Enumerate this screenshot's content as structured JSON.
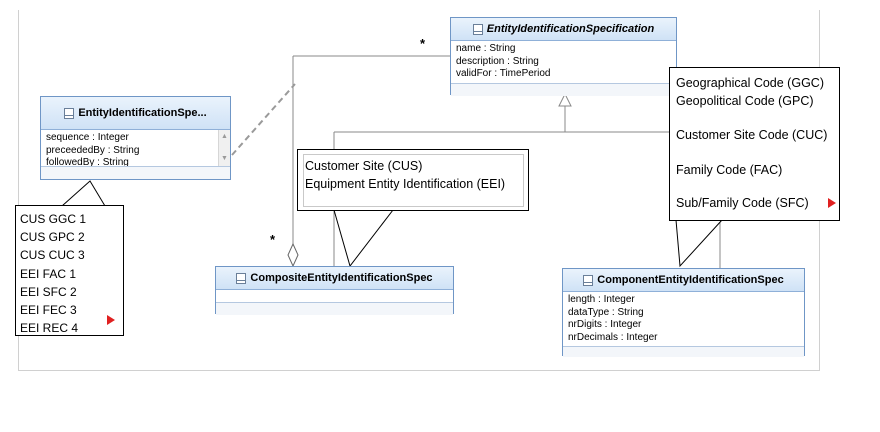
{
  "classes": {
    "entity_spec": {
      "title": "EntityIdentificationSpecification",
      "attributes": [
        "name : String",
        "description : String",
        "validFor : TimePeriod"
      ]
    },
    "entity_spec_assoc": {
      "title": "EntityIdentificationSpe...",
      "attributes": [
        "sequence : Integer",
        "preceededBy : String",
        "followedBy : String"
      ]
    },
    "composite": {
      "title": "CompositeEntityIdentificationSpec",
      "attributes": []
    },
    "component": {
      "title": "ComponentEntityIdentificationSpec",
      "attributes": [
        "length : Integer",
        "dataType : String",
        "nrDigits : Integer",
        "nrDecimals : Integer"
      ]
    }
  },
  "multiplicities": {
    "top": "*",
    "left": "*"
  },
  "notes": {
    "codes": [
      "CUS GGC 1",
      "CUS GPC 2",
      "CUS CUC 3",
      "EEI FAC 1",
      "EEI SFC 2",
      "EEI FEC 3",
      "EEI REC 4"
    ],
    "composite_note": [
      "Customer Site (CUS)",
      "Equipment Entity Identification (EEI)"
    ],
    "component_note": [
      "Geographical Code (GGC)",
      "Geopolitical Code (GPC)",
      "Customer Site Code (CUC)",
      "Family Code (FAC)",
      "Sub/Family Code (SFC)"
    ]
  },
  "colors": {
    "class_border": "#6f96c6",
    "class_header": "#cfe2f6",
    "marker": "#e02020"
  }
}
